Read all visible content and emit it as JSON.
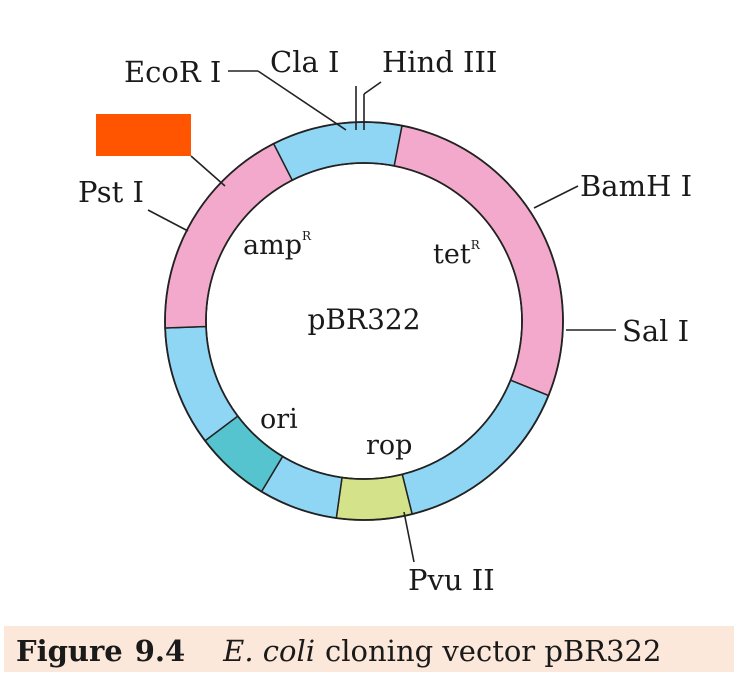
{
  "diagram": {
    "plasmid_name": "pBR322",
    "segment_colors": {
      "tet": "#f3a9cb",
      "amp": "#f3a9cb",
      "spacer": "#8fd6f5",
      "ori": "#55c4cf",
      "rop": "#d4e38a",
      "marker": "#ff5500"
    },
    "genes": {
      "amp": {
        "base": "amp",
        "sup": "R"
      },
      "tet": {
        "base": "tet",
        "sup": "R"
      },
      "ori": "ori",
      "rop": "rop"
    },
    "sites": {
      "ecor1": "EcoR I",
      "cla1": "Cla I",
      "hind3": "Hind III",
      "bamh1": "BamH I",
      "sal1": "Sal I",
      "pst1": "Pst I",
      "pvu2": "Pvu II"
    }
  },
  "caption": {
    "label": "Figure",
    "number": "9.4",
    "italic": "E. coli",
    "text": "cloning vector pBR322"
  }
}
